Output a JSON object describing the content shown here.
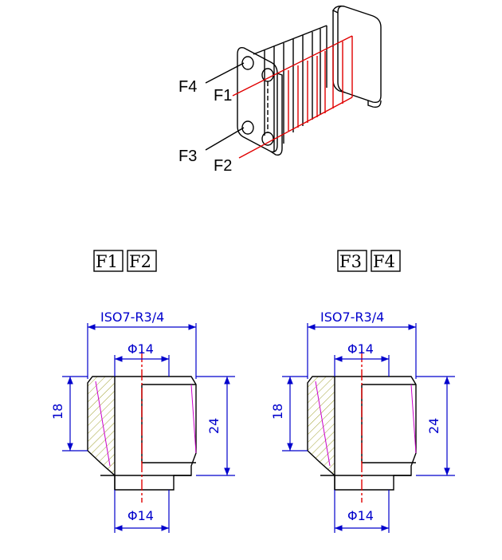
{
  "ports": {
    "f1": "F1",
    "f2": "F2",
    "f3": "F3",
    "f4": "F4"
  },
  "left_fitting": {
    "title_a": "F1",
    "title_b": "F2",
    "thread": "ISO7-R3/4",
    "bore_top": "Φ14",
    "height_left": "18",
    "height_right": "24",
    "bore_bottom": "Φ14"
  },
  "right_fitting": {
    "title_a": "F3",
    "title_b": "F4",
    "thread": "ISO7-R3/4",
    "bore_top": "Φ14",
    "height_left": "18",
    "height_right": "24",
    "bore_bottom": "Φ14"
  },
  "colors": {
    "outline": "#000000",
    "flow": "#e00000",
    "dimension": "#0000cc",
    "thread_line": "#cc00cc",
    "hatch": "#8a8a00"
  }
}
